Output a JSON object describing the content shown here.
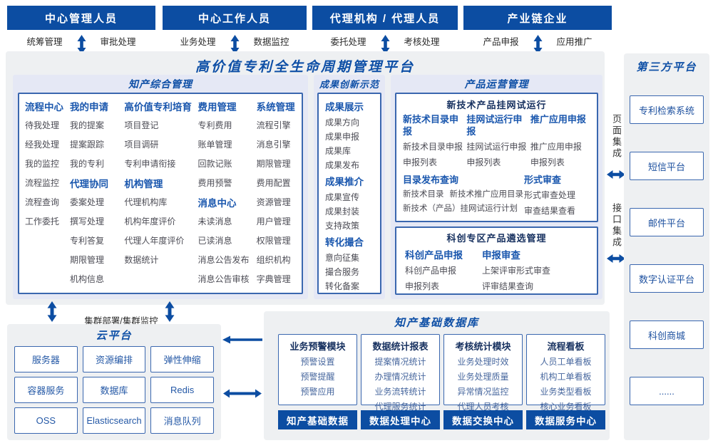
{
  "title": "高价值专利全生命周期管理平台",
  "actors": [
    {
      "title": "中心管理人员",
      "left": "统筹管理",
      "right": "审批处理"
    },
    {
      "title": "中心工作人员",
      "left": "业务处理",
      "right": "数据监控"
    },
    {
      "title": "代理机构 / 代理人员",
      "left": "委托处理",
      "right": "考核处理"
    },
    {
      "title": "产业链企业",
      "left": "产品申报",
      "right": "应用推广"
    }
  ],
  "platform": {
    "ims": {
      "title": "知产综合管理",
      "columns": [
        {
          "groups": [
            {
              "title": "流程中心",
              "items": [
                "待我处理",
                "经我处理",
                "我的监控",
                "流程监控",
                "流程查询",
                "工作委托"
              ]
            }
          ]
        },
        {
          "groups": [
            {
              "title": "我的申请",
              "items": [
                "我的提案",
                "提案跟踪",
                "我的专利"
              ]
            },
            {
              "title": "代理协同",
              "items": [
                "委案处理",
                "撰写处理",
                "专利答复",
                "期限管理",
                "机构信息"
              ]
            }
          ]
        },
        {
          "groups": [
            {
              "title": "高价值专利培育",
              "items": [
                "项目登记",
                "项目调研",
                "专利申请衔接"
              ]
            },
            {
              "title": "机构管理",
              "items": [
                "代理机构库",
                "机构年度评价",
                "代理人年度评价",
                "数据统计"
              ]
            }
          ]
        },
        {
          "groups": [
            {
              "title": "费用管理",
              "items": [
                "专利费用",
                "账单管理",
                "回款记账",
                "费用预警"
              ]
            },
            {
              "title": "消息中心",
              "items": [
                "未读消息",
                "已读消息",
                "消息公告发布",
                "消息公告审核"
              ]
            }
          ]
        },
        {
          "groups": [
            {
              "title": "系统管理",
              "items": [
                "流程引擎",
                "消息引擎",
                "期限管理",
                "费用配置",
                "资源管理",
                "用户管理",
                "权限管理",
                "组织机构",
                "字典管理"
              ]
            }
          ]
        }
      ]
    },
    "achievement": {
      "title": "成果创新示范",
      "groups": [
        {
          "title": "成果展示",
          "items": [
            "成果方向",
            "成果申报",
            "成果库",
            "成果发布"
          ]
        },
        {
          "title": "成果推介",
          "items": [
            "成果宣传",
            "成果封装",
            "支持政策"
          ]
        },
        {
          "title": "转化撮合",
          "items": [
            "意向征集",
            "撮合服务",
            "转化备案"
          ]
        }
      ]
    },
    "product_ops": {
      "title": "产品运营管理",
      "trial": {
        "title": "新技术产品挂网试运行",
        "columns": [
          {
            "title": "新技术目录申报",
            "items": [
              "新技术目录申报",
              "申报列表"
            ]
          },
          {
            "title": "挂网试运行申报",
            "items": [
              "挂网试运行申报",
              "申报列表"
            ]
          },
          {
            "title": "推广应用申报",
            "items": [
              "推广应用申报",
              "申报列表"
            ]
          }
        ],
        "catalog": {
          "title": "目录发布查询",
          "row1": [
            "新技术目录",
            "新技术推广应用目录"
          ],
          "row2": "新技术（产品）挂网试运行计划"
        },
        "review": {
          "title": "形式审查",
          "items": [
            "形式审查处理",
            "审查结果查看"
          ]
        }
      },
      "selection": {
        "title": "科创专区产品遴选管理",
        "columns": [
          {
            "title": "科创产品申报",
            "items": [
              "科创产品申报",
              "申报列表"
            ]
          },
          {
            "title": "申报审查",
            "items": [
              "上架评审形式审查",
              "评审结果查询"
            ]
          }
        ]
      }
    }
  },
  "integration": {
    "page": "页面集成",
    "api": "接口集成"
  },
  "third_party": {
    "title": "第三方平台",
    "items": [
      "专利检索系统",
      "短信平台",
      "邮件平台",
      "数字认证平台",
      "科创商城",
      "......"
    ]
  },
  "cluster_label": "集群部署/集群监控",
  "cloud": {
    "title": "云平台",
    "items": [
      "服务器",
      "资源编排",
      "弹性伸缩",
      "容器服务",
      "数据库",
      "Redis",
      "OSS",
      "Elasticsearch",
      "消息队列"
    ]
  },
  "data_platform": {
    "title": "知产基础数据库",
    "modules": [
      {
        "title": "业务预警模块",
        "items": [
          "预警设置",
          "预警提醒",
          "预警应用"
        ],
        "base": "知产基础数据"
      },
      {
        "title": "数据统计报表",
        "items": [
          "提案情况统计",
          "办理情况统计",
          "业务流转统计",
          "代理服务统计"
        ],
        "base": "数据处理中心"
      },
      {
        "title": "考核统计模块",
        "items": [
          "业务处理时效",
          "业务处理质量",
          "异常情况监控",
          "代理人员考核"
        ],
        "base": "数据交换中心"
      },
      {
        "title": "流程看板",
        "items": [
          "人员工单看板",
          "机构工单看板",
          "业务类型看板",
          "核心业务看板"
        ],
        "base": "数据服务中心"
      }
    ]
  },
  "colors": {
    "primary": "#0c4da2",
    "section_bg": "#e5e8f5",
    "panel_bg": "#eef0f2",
    "border": "#3a67af"
  }
}
